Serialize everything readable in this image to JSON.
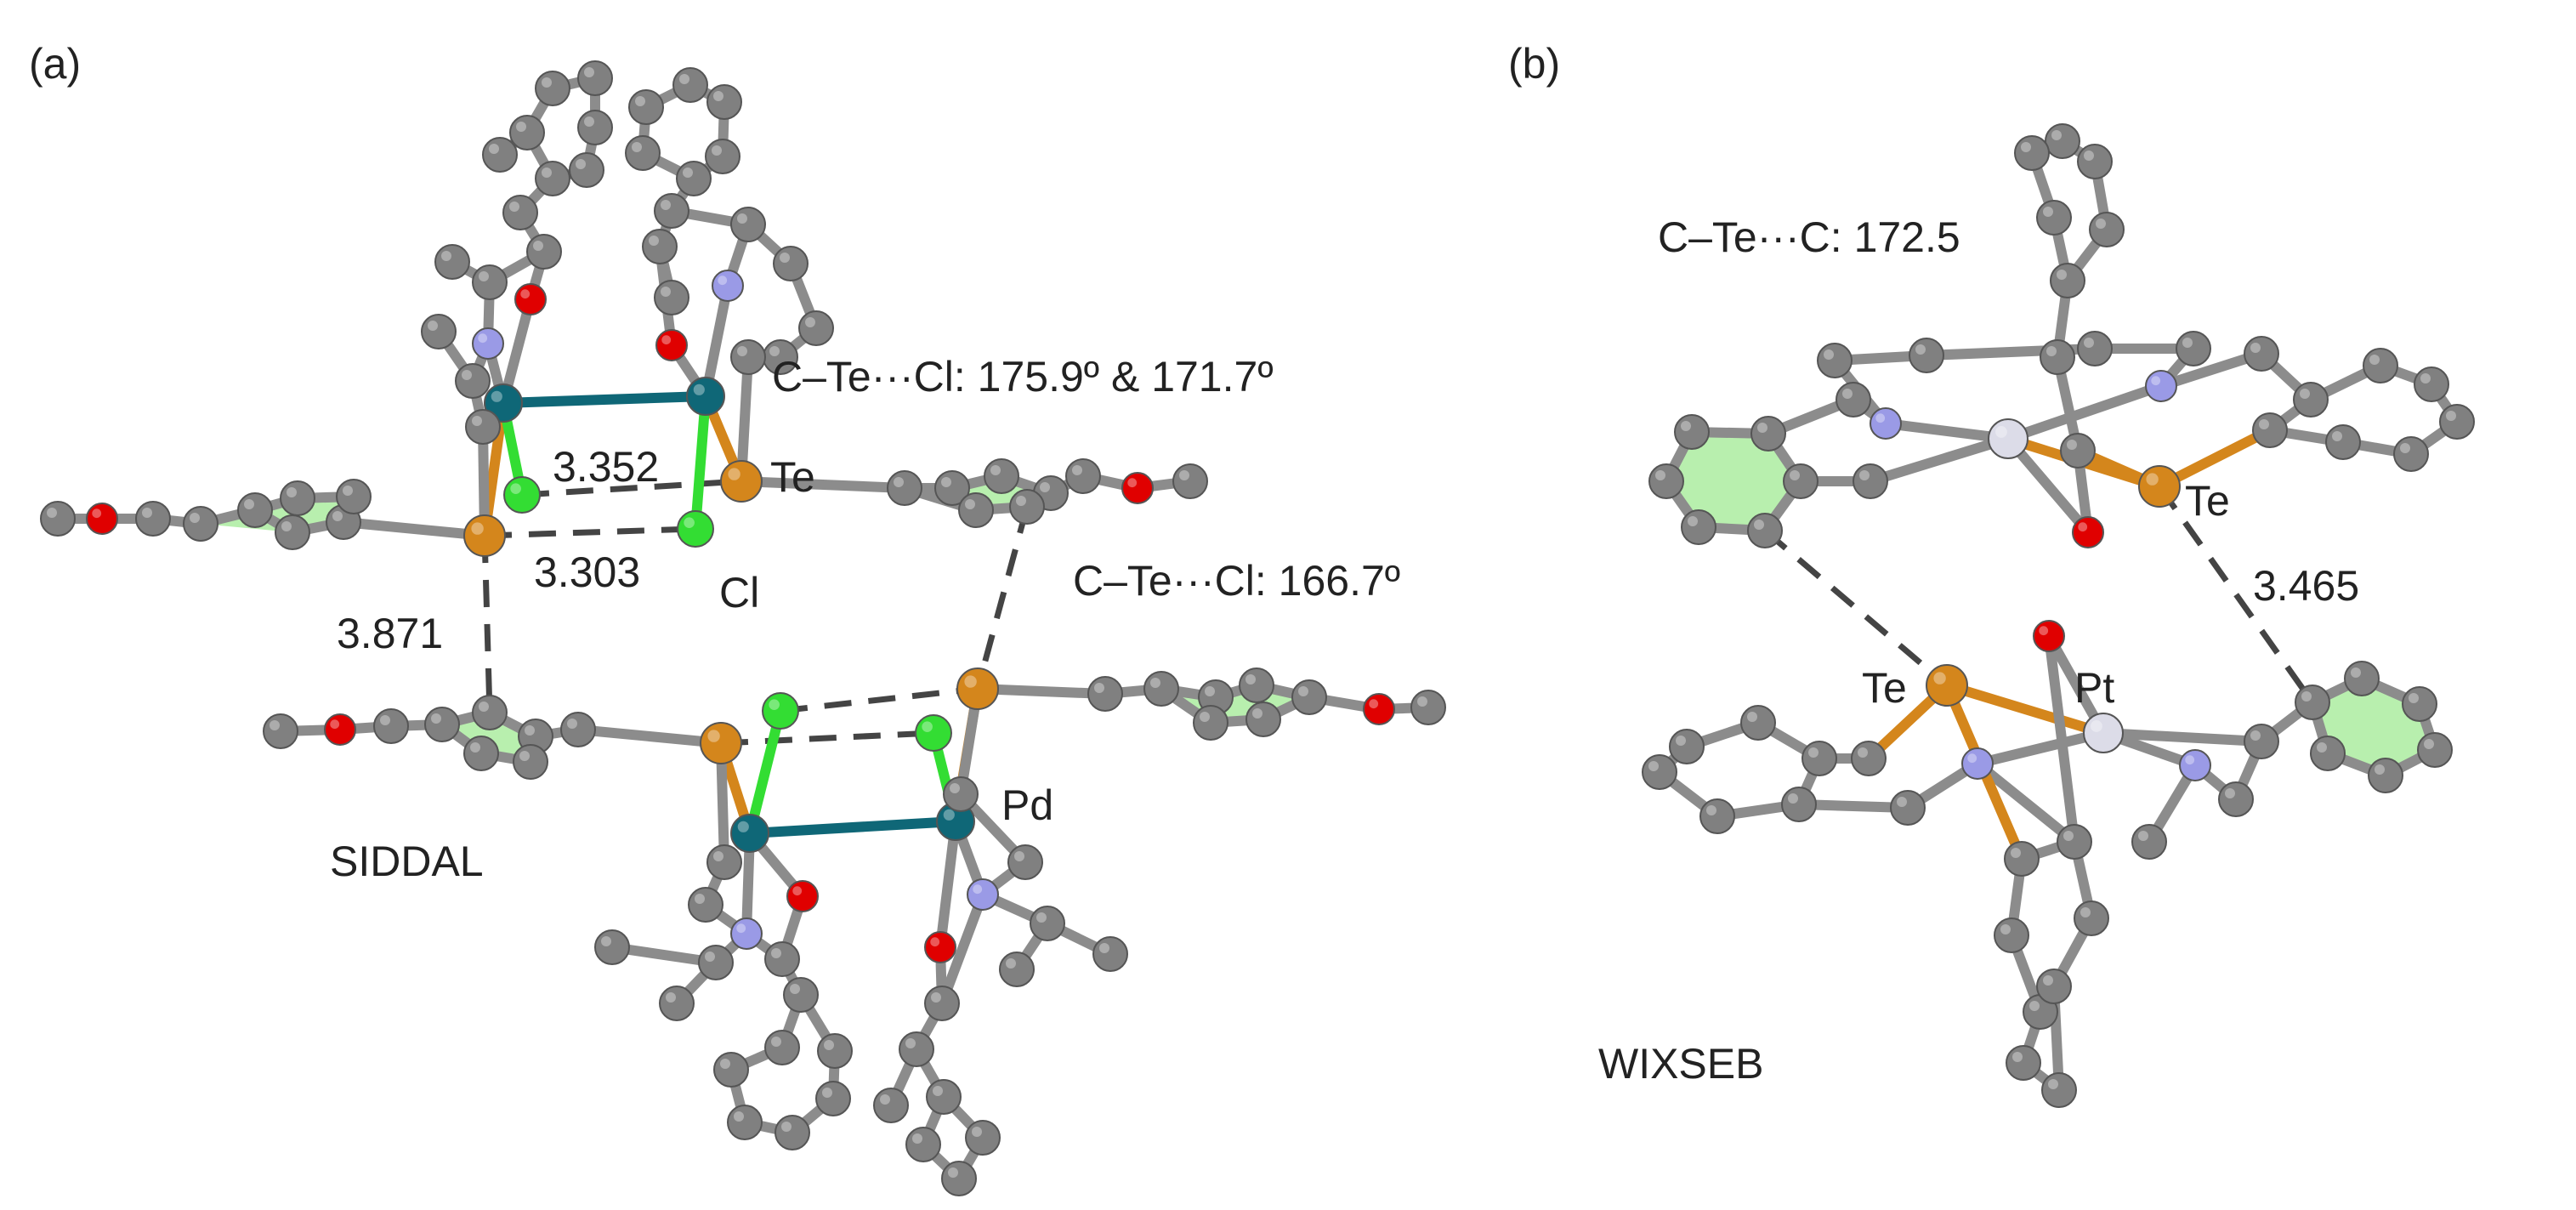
{
  "panels": [
    {
      "id": "a",
      "label": "(a)",
      "refcode": "SIDDAL",
      "angle_upper": "C–Te···Cl: 175.9º & 171.7º",
      "angle_lower": "C–Te···Cl: 166.7º",
      "distances": [
        "3.352",
        "3.303",
        "3.871"
      ],
      "atom_labels": {
        "te": "Te",
        "cl": "Cl",
        "pd": "Pd"
      }
    },
    {
      "id": "b",
      "label": "(b)",
      "refcode": "WIXSEB",
      "angle": "C–Te···C: 172.5",
      "distances": [
        "3.465"
      ],
      "atom_labels": {
        "te_upper": "Te",
        "te_lower": "Te",
        "pt": "Pt"
      }
    }
  ],
  "colors": {
    "carbon": "#808080",
    "bond": "#8c8c8c",
    "tellurium": "#d4861c",
    "chlorine": "#33dd33",
    "palladium": "#0f6777",
    "platinum": "#dcdce8",
    "nitrogen": "#9a9ae6",
    "oxygen": "#e00000",
    "ring_fill": "#b8efae",
    "contact": "#444444"
  }
}
